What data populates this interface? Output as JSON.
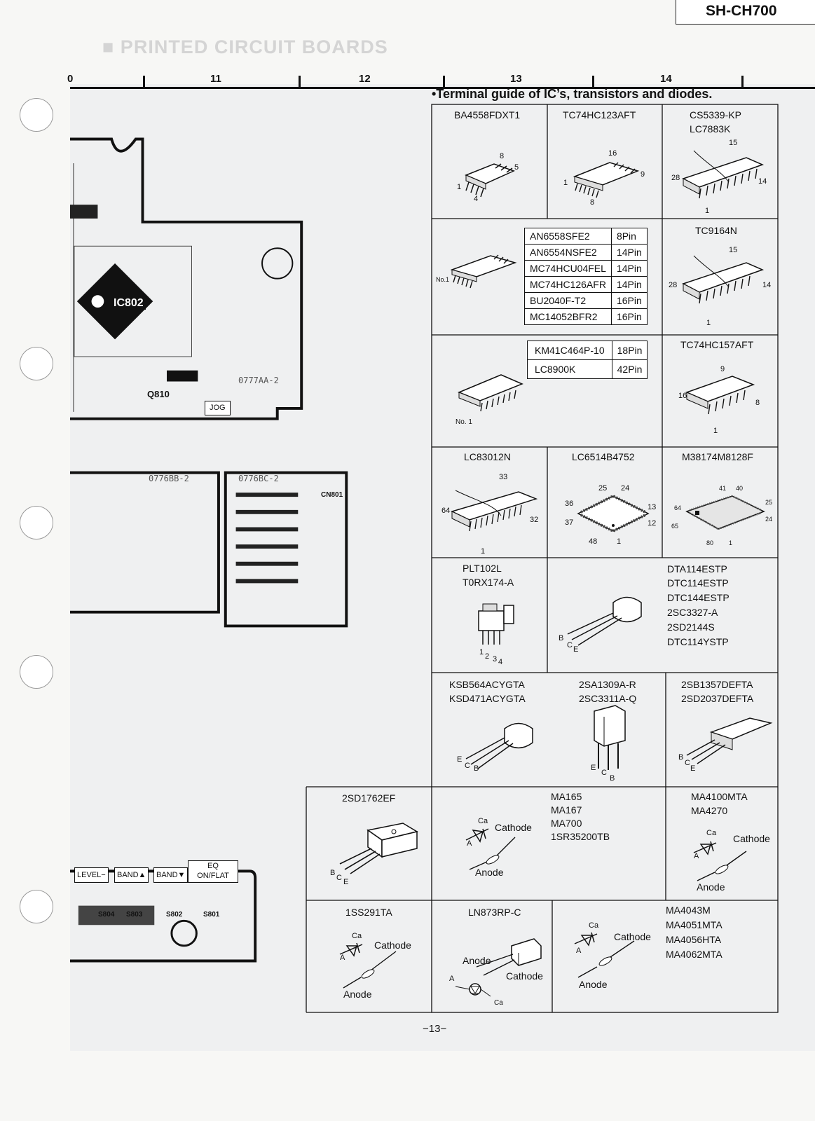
{
  "header": {
    "model": "SH-CH700",
    "section_title": "■ PRINTED CIRCUIT BOARDS"
  },
  "ruler": {
    "numbers": [
      "11",
      "12",
      "13",
      "14"
    ],
    "left_edge": "0"
  },
  "guide_title": "•Terminal guide of IC’s, transistors and diodes.",
  "pcb_labels": {
    "ic": "IC802",
    "board_a": "0777AA-2",
    "board_b": "0776BB-2",
    "board_c": "0776BC-2",
    "jog": "JOG",
    "q810": "Q810",
    "cn801": "CN801",
    "buttons": [
      "LEVEL−",
      "BAND▲",
      "BAND▼",
      "EQ ON/FLAT"
    ],
    "switches": [
      "S804",
      "S803",
      "S802",
      "S801"
    ]
  },
  "row1": {
    "c1": {
      "name": "BA4558FDXT1",
      "pins": [
        "8",
        "5",
        "1",
        "4"
      ]
    },
    "c2": {
      "name": "TC74HC123AFT",
      "pins": [
        "16",
        "9",
        "1",
        "8"
      ]
    },
    "c3": {
      "names": [
        "CS5339-KP",
        "LC7883K"
      ],
      "pins": [
        "15",
        "28",
        "14",
        "1"
      ]
    }
  },
  "row2": {
    "table": [
      [
        "AN6558SFE2",
        "8Pin"
      ],
      [
        "AN6554NSFE2",
        "14Pin"
      ],
      [
        "MC74HCU04FEL",
        "14Pin"
      ],
      [
        "MC74HC126AFR",
        "14Pin"
      ],
      [
        "BU2040F-T2",
        "16Pin"
      ],
      [
        "MC14052BFR2",
        "16Pin"
      ]
    ],
    "no1": "No.1",
    "c3": {
      "name": "TC9164N",
      "pins": [
        "15",
        "28",
        "14",
        "1"
      ]
    }
  },
  "row3": {
    "table": [
      [
        "KM41C464P-10",
        "18Pin"
      ],
      [
        "LC8900K",
        "42Pin"
      ]
    ],
    "no1": "No. 1",
    "c3": {
      "name": "TC74HC157AFT",
      "pins": [
        "9",
        "16",
        "8",
        "1"
      ]
    }
  },
  "row4": {
    "c1": {
      "name": "LC83012N",
      "pins": [
        "33",
        "64",
        "32",
        "1"
      ]
    },
    "c2": {
      "name": "LC6514B4752",
      "pins": [
        "25",
        "24",
        "36",
        "13",
        "37",
        "12",
        "48",
        "1"
      ]
    },
    "c3": {
      "name": "M38174M8128F",
      "pins": [
        "41",
        "40",
        "64",
        "25",
        "65",
        "24",
        "80",
        "1"
      ]
    }
  },
  "row5": {
    "c1": {
      "names": [
        "PLT102L",
        "T0RX174-A"
      ],
      "pins": [
        "1",
        "2",
        "3",
        "4"
      ]
    },
    "bce": [
      "B",
      "C",
      "E"
    ],
    "c3": {
      "names": [
        "DTA114ESTP",
        "DTC114ESTP",
        "DTC144ESTP",
        "2SC3327-A",
        "2SD2144S",
        "DTC114YSTP"
      ]
    }
  },
  "row6": {
    "c1": {
      "names": [
        "KSB564ACYGTA",
        "KSD471ACYGTA"
      ],
      "ecb": [
        "E",
        "C",
        "B"
      ]
    },
    "c2": {
      "names": [
        "2SA1309A-R",
        "2SC3311A-Q"
      ],
      "ecb": [
        "E",
        "C",
        "B"
      ]
    },
    "c3": {
      "names": [
        "2SB1357DEFTA",
        "2SD2037DEFTA"
      ],
      "bce": [
        "B",
        "C",
        "E"
      ]
    }
  },
  "row7": {
    "c1": {
      "name": "2SD1762EF",
      "bce": [
        "B",
        "C",
        "E"
      ]
    },
    "c2": {
      "names": [
        "MA165",
        "MA167",
        "MA700",
        "1SR35200TB"
      ],
      "ca": "Ca",
      "cathode": "Cathode",
      "a": "A",
      "anode": "Anode"
    },
    "c3": {
      "names": [
        "MA4100MTA",
        "MA4270"
      ],
      "ca": "Ca",
      "cathode": "Cathode",
      "a": "A",
      "anode": "Anode"
    }
  },
  "row8": {
    "c1": {
      "name": "1SS291TA",
      "ca": "Ca",
      "cathode": "Cathode",
      "a": "A",
      "anode": "Anode"
    },
    "c2": {
      "name": "LN873RP-C",
      "anode": "Anode",
      "cathode": "Cathode",
      "a": "A",
      "ca": "Ca"
    },
    "c3": {
      "names": [
        "MA4043M",
        "MA4051MTA",
        "MA4056HTA",
        "MA4062MTA"
      ],
      "ca": "Ca",
      "cathode": "Cathode",
      "a": "A",
      "anode": "Anode"
    }
  },
  "footer": {
    "page": "−13−"
  }
}
